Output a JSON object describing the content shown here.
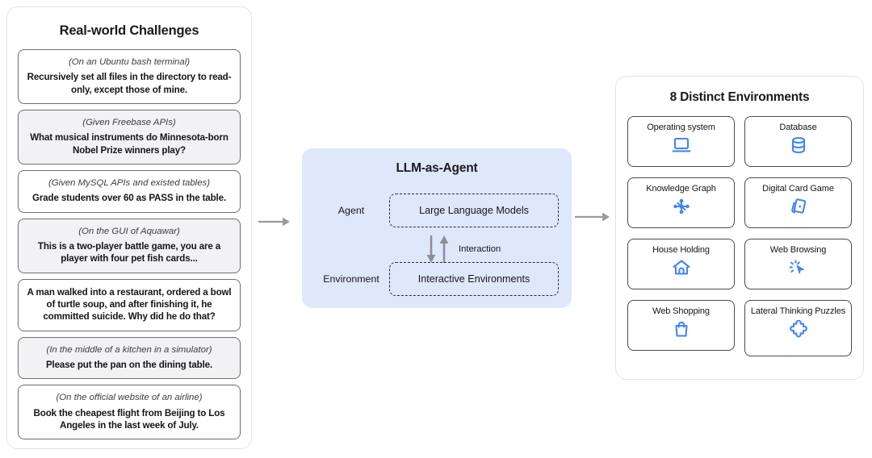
{
  "challenges": {
    "title": "Real-world Challenges",
    "cards": [
      {
        "context": "(On an Ubuntu bash terminal)",
        "text": "Recursively set all files in the directory to read-only, except those of mine.",
        "shaded": false
      },
      {
        "context": "(Given Freebase APIs)",
        "text": "What musical instruments do Minnesota-born Nobel Prize winners play?",
        "shaded": true
      },
      {
        "context": "(Given MySQL APIs and existed tables)",
        "text": "Grade students over 60 as PASS in the table.",
        "shaded": false
      },
      {
        "context": "(On the GUI of Aquawar)",
        "text": "This is a two-player battle game, you are a player with four pet fish cards...",
        "shaded": true
      },
      {
        "context": "",
        "text": "A man walked into a restaurant, ordered a bowl of turtle soup, and after finishing it, he committed suicide. Why did he do that?",
        "shaded": false
      },
      {
        "context": "(In the middle of a kitchen in a simulator)",
        "text": "Please put the pan on the dining table.",
        "shaded": true
      },
      {
        "context": "(On the official website of an airline)",
        "text": "Book the cheapest flight from Beijing to Los Angeles in the last week of July.",
        "shaded": false
      }
    ]
  },
  "agent": {
    "title": "LLM-as-Agent",
    "agent_label": "Agent",
    "agent_box": "Large Language Models",
    "environment_label": "Environment",
    "environment_box": "Interactive Environments",
    "interaction_label": "Interaction",
    "panel_color": "#dfe7fb"
  },
  "environments": {
    "title": "8 Distinct Environments",
    "accent_color": "#4285f4",
    "cards": [
      {
        "label": "Operating system",
        "icon": "laptop-icon"
      },
      {
        "label": "Database",
        "icon": "database-icon"
      },
      {
        "label": "Knowledge Graph",
        "icon": "node-graph-icon"
      },
      {
        "label": "Digital Card Game",
        "icon": "playing-cards-icon"
      },
      {
        "label": "House Holding",
        "icon": "house-icon"
      },
      {
        "label": "Web Browsing",
        "icon": "cursor-click-icon"
      },
      {
        "label": "Web Shopping",
        "icon": "shopping-bag-icon"
      },
      {
        "label": "Lateral Thinking Puzzles",
        "icon": "puzzle-piece-icon"
      }
    ]
  },
  "flow": {
    "arrow_color": "#9a9aa0",
    "left_arrow": "arrow-right-icon",
    "right_arrow": "arrow-right-icon"
  }
}
